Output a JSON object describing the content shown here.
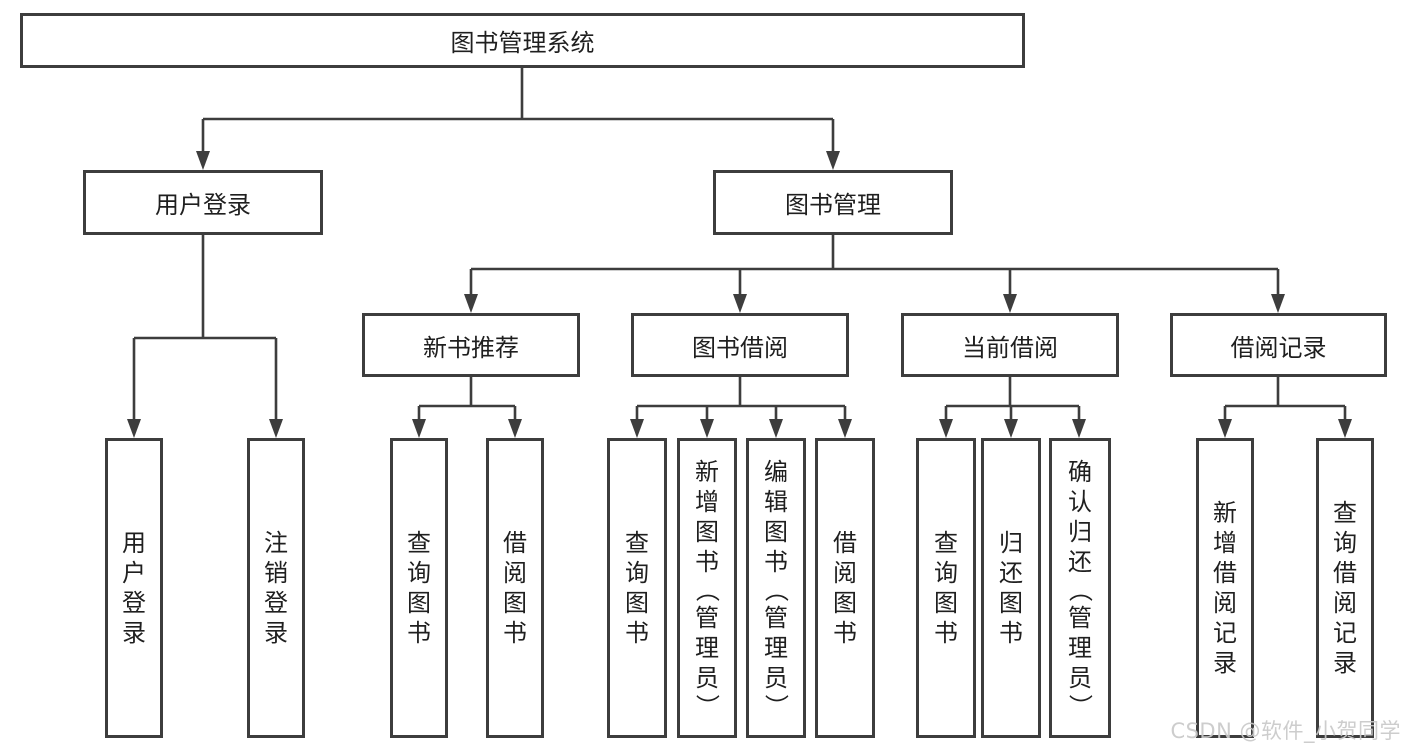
{
  "diagram": {
    "root_label": "图书管理系统",
    "branches": {
      "user_login": {
        "label": "用户登录",
        "children": [
          "用户登录",
          "注销登录"
        ]
      },
      "book_management": {
        "label": "图书管理",
        "sections": {
          "new_book": {
            "label": "新书推荐",
            "children": [
              "查询图书",
              "借阅图书"
            ]
          },
          "borrow": {
            "label": "图书借阅",
            "children": [
              "查询图书",
              "新增图书（管理员）",
              "编辑图书（管理员）",
              "借阅图书"
            ]
          },
          "current": {
            "label": "当前借阅",
            "children": [
              "查询图书",
              "归还图书",
              "确认归还（管理员）"
            ]
          },
          "records": {
            "label": "借阅记录",
            "children": [
              "新增借阅记录",
              "查询借阅记录"
            ]
          }
        }
      }
    },
    "watermark": "CSDN @软件_小贺同学",
    "colors": {
      "border": "#3d3d3d",
      "text": "#1f1f1f",
      "watermark": "#c9c9c9"
    }
  }
}
